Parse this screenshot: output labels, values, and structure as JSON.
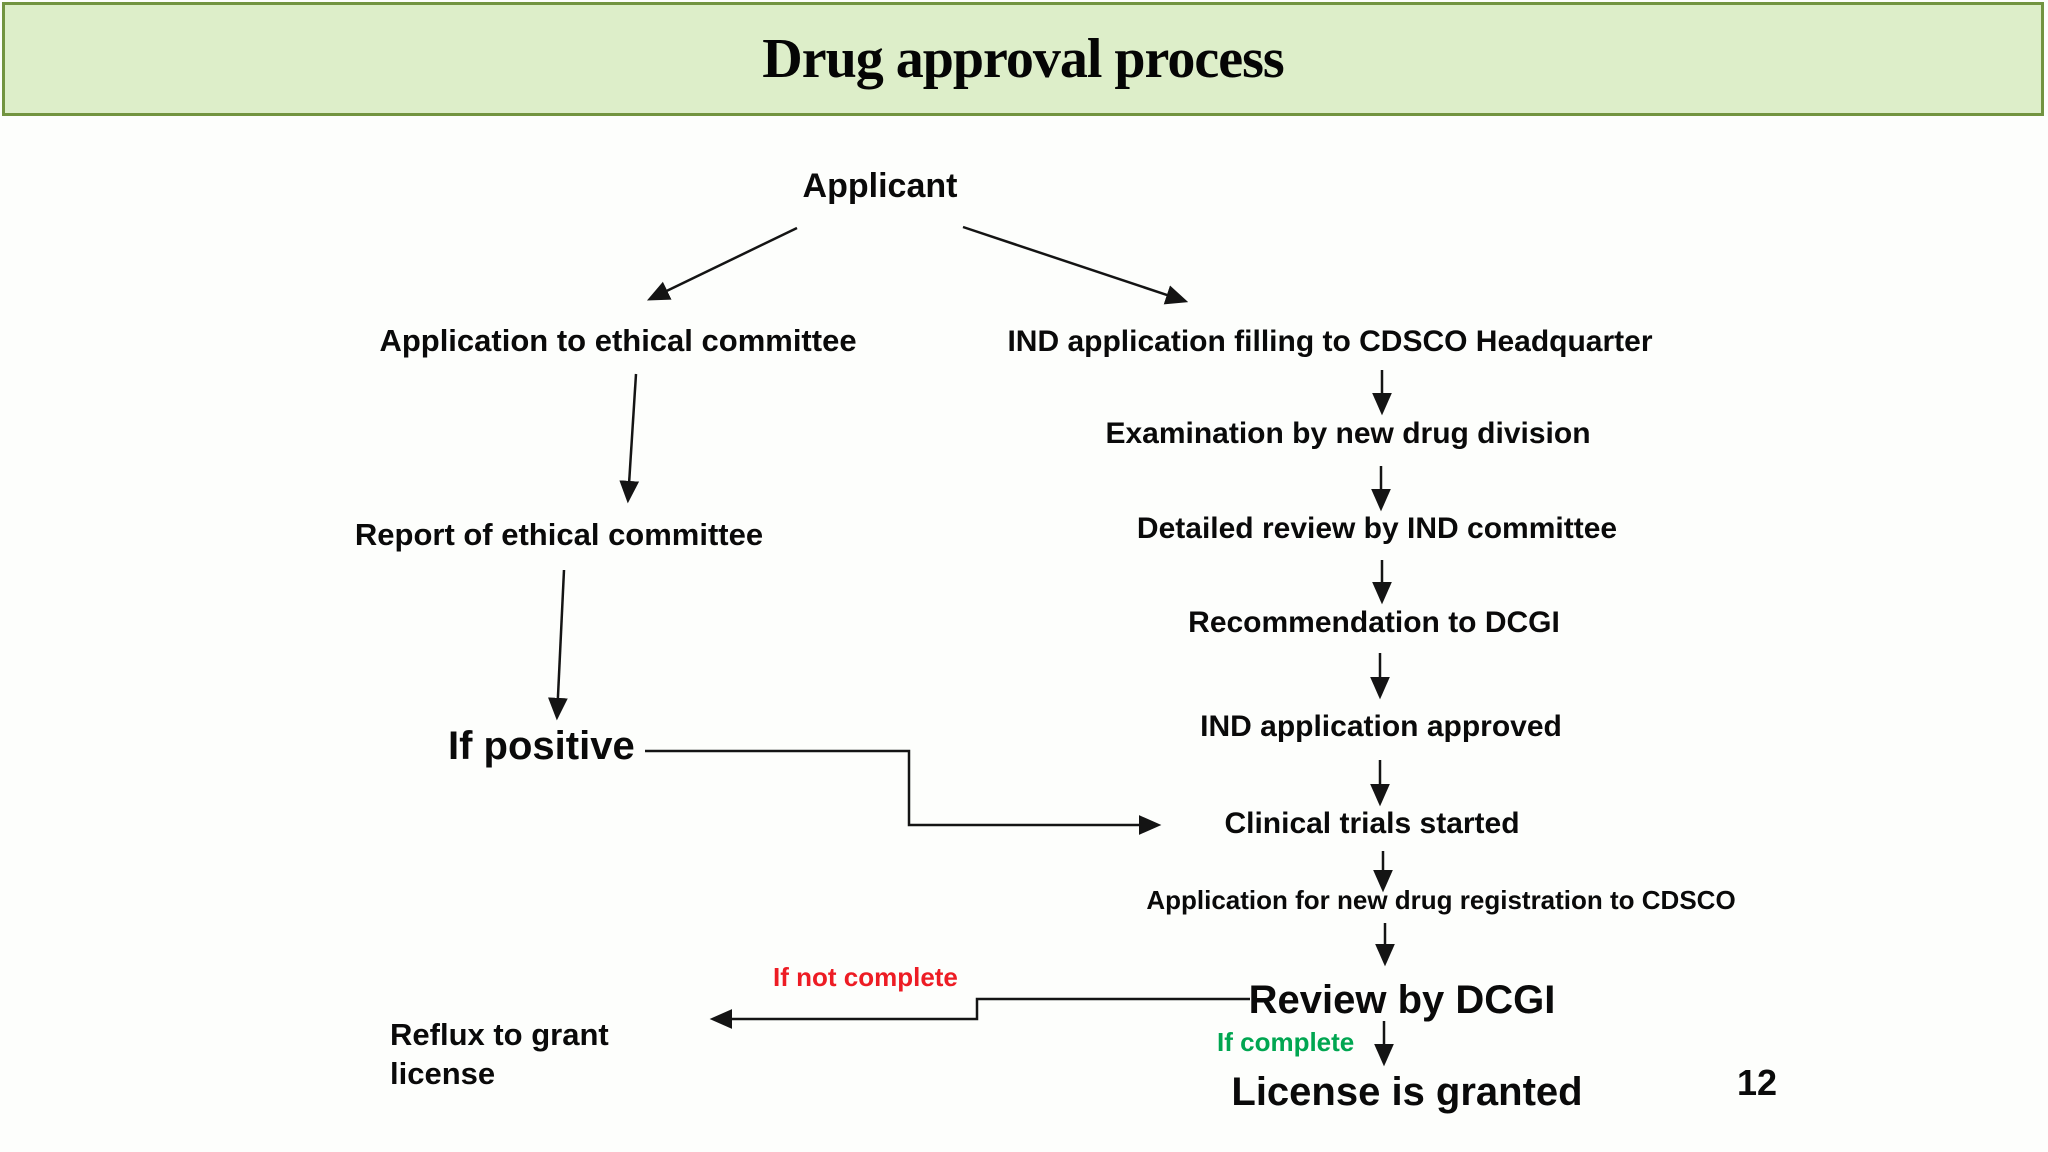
{
  "slide": {
    "title": "Drug approval process",
    "page_number": "12"
  },
  "colors": {
    "title_bg": "#ddeec9",
    "title_border": "#729440",
    "text": "#0a0a0a",
    "red": "#ed1c24",
    "green": "#00a651"
  },
  "flowchart": {
    "nodes": {
      "applicant": "Applicant",
      "application_ethical": "Application to ethical committee",
      "report_ethical": "Report of ethical committee",
      "if_positive": "If positive",
      "ind_application_filing": "IND application filling to CDSCO Headquarter",
      "examination": "Examination by new drug division",
      "detailed_review": "Detailed review by IND committee",
      "recommendation": "Recommendation to DCGI",
      "ind_approved": "IND application approved",
      "clinical_trials": "Clinical trials started",
      "new_drug_registration": "Application for new drug registration to CDSCO",
      "review_dcgi": "Review by DCGI",
      "license_granted": "License is granted",
      "reflux": "Reflux to grant license"
    },
    "edge_labels": {
      "if_complete": "If complete",
      "if_not_complete": "If not complete"
    },
    "edges": [
      {
        "from": "applicant",
        "to": "application_ethical"
      },
      {
        "from": "applicant",
        "to": "ind_application_filing"
      },
      {
        "from": "application_ethical",
        "to": "report_ethical"
      },
      {
        "from": "report_ethical",
        "to": "if_positive"
      },
      {
        "from": "if_positive",
        "to": "clinical_trials"
      },
      {
        "from": "ind_application_filing",
        "to": "examination"
      },
      {
        "from": "examination",
        "to": "detailed_review"
      },
      {
        "from": "detailed_review",
        "to": "recommendation"
      },
      {
        "from": "recommendation",
        "to": "ind_approved"
      },
      {
        "from": "ind_approved",
        "to": "clinical_trials"
      },
      {
        "from": "clinical_trials",
        "to": "new_drug_registration"
      },
      {
        "from": "new_drug_registration",
        "to": "review_dcgi"
      },
      {
        "from": "review_dcgi",
        "to": "license_granted",
        "label": "If complete",
        "label_color": "#00a651"
      },
      {
        "from": "review_dcgi",
        "to": "reflux",
        "label": "If not complete",
        "label_color": "#ed1c24"
      }
    ]
  }
}
